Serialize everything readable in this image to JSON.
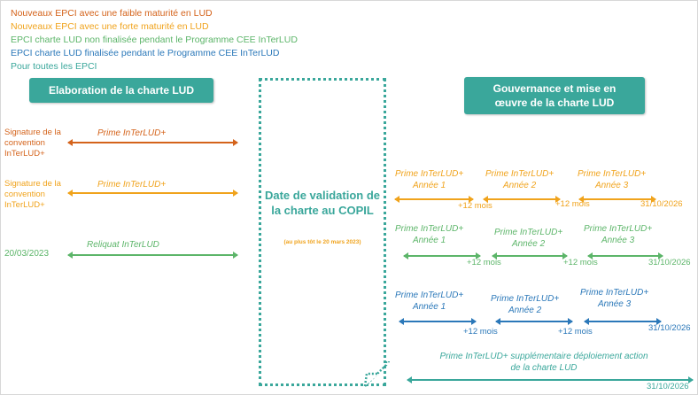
{
  "colors": {
    "dark_orange": "#d4631b",
    "orange": "#f0a31c",
    "green": "#5cb569",
    "blue": "#2b78b9",
    "teal": "#3aa79b"
  },
  "legend": [
    {
      "text": "Nouveaux EPCI avec une faible maturité en LUD",
      "color": "#d4631b"
    },
    {
      "text": "Nouveaux EPCI avec une forte maturité en LUD",
      "color": "#f0a31c"
    },
    {
      "text": "EPCI charte LUD non finalisée pendant le Programme CEE InTerLUD",
      "color": "#5cb569"
    },
    {
      "text": "EPCI charte LUD finalisée pendant le Programme CEE InTerLUD",
      "color": "#2b78b9"
    },
    {
      "text": "Pour toutes les EPCI",
      "color": "#3aa79b"
    }
  ],
  "headers": {
    "elaboration": "Elaboration de la charte LUD",
    "gouvernance": "Gouvernance et mise en œuvre de la charte LUD"
  },
  "copil": {
    "title": "Date de validation de la charte au COPIL",
    "subtitle": "(au plus tôt le 20 mars 2023)"
  },
  "left_rows": {
    "signature_label": "Signature de la convention InTerLUD+",
    "prime_label": "Prime InTerLUD+",
    "date": "20/03/2023",
    "reliquat_label": "Reliquat InTerLUD"
  },
  "right": {
    "prime": "Prime InTerLUD+",
    "annee1": "Année 1",
    "annee2": "Année 2",
    "annee3": "Année 3",
    "plus12": "+12 mois",
    "end_date": "31/10/2026",
    "supp_line1": "Prime InTerLUD+ supplémentaire déploiement action",
    "supp_line2": "de la charte LUD"
  }
}
